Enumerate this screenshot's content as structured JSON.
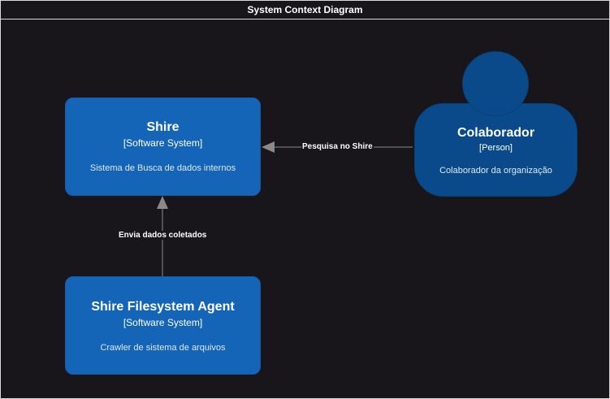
{
  "diagram": {
    "title": "System Context Diagram"
  },
  "nodes": {
    "shire": {
      "name": "Shire",
      "kind": "[Software System]",
      "description": "Sistema de Busca de dados internos"
    },
    "agent": {
      "name": "Shire Filesystem Agent",
      "kind": "[Software System]",
      "description": "Crawler de sistema de arquivos"
    },
    "colaborador": {
      "name": "Colaborador",
      "kind": "[Person]",
      "description": "Colaborador da organização"
    }
  },
  "edges": {
    "colaborador_to_shire": "Pesquisa no Shire",
    "agent_to_shire": "Envia dados coletados"
  },
  "colors": {
    "background": "#18151b",
    "software_system": "#1464b8",
    "person": "#0b4a8a",
    "edge": "#8a8a8a"
  }
}
